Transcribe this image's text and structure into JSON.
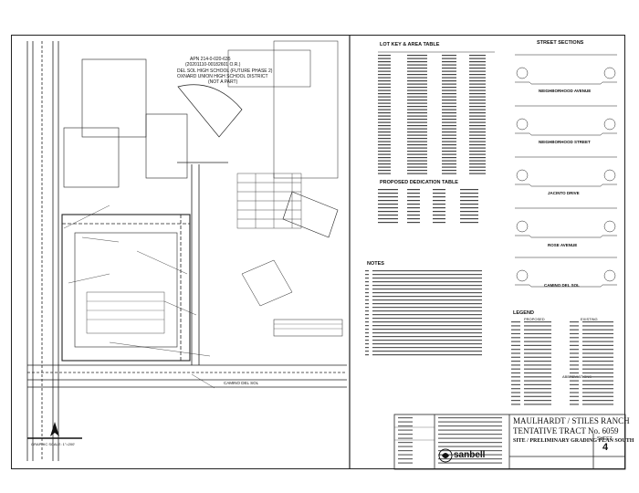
{
  "site_plan": {
    "parcel_note_line1": "APN 214-0-020-635",
    "parcel_note_line2": "(20201110-00182601 O.R.)",
    "parcel_note_line3": "DEL SOL HIGH SCHOOL (FUTURE PHASE 2)",
    "parcel_note_line4": "OXNARD UNION HIGH SCHOOL DISTRICT",
    "parcel_note_line5": "(NOT A PART)",
    "road_label": "CAMINO DEL SOL",
    "scale_label": "GRAPHIC SCALE: 1\"=200'"
  },
  "tables": {
    "lot_key_title": "LOT KEY & AREA TABLE",
    "dedication_title": "PROPOSED DEDICATION TABLE",
    "notes_title": "NOTES"
  },
  "street_sections": {
    "title": "STREET SECTIONS",
    "labels": [
      "NEIGHBORHOOD AVENUE",
      "NEIGHBORHOOD STREET",
      "JACINTO DRIVE",
      "ROSE AVENUE",
      "CAMINO DEL SOL"
    ]
  },
  "legend": {
    "title": "LEGEND",
    "proposed": "PROPOSED",
    "existing": "EXISTING",
    "abbreviations": "ABBREVIATIONS"
  },
  "title_block": {
    "project_name": "MAULHARDT / STILES RANCH",
    "tract": "TENTATIVE TRACT No. 6059",
    "subtitle": "SITE / PRELIMINARY GRADING PLAN SOUTH",
    "sheet_label": "SHEET",
    "sheet_number": "4",
    "firm": "sanbell"
  }
}
